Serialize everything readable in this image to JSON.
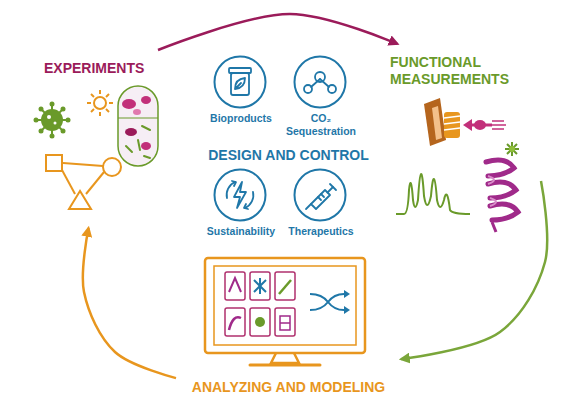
{
  "diagram": {
    "nodes": [
      {
        "text": [
          "EXPERIMENTS"
        ]
      },
      {
        "text": [
          "FUNCTIONAL MEASUREMENTS"
        ]
      },
      {
        "text": [
          "DESIGN AND CONTROL"
        ]
      },
      {
        "text": [
          "Bioproducts"
        ],
        "in": 2
      },
      {
        "text": [
          "CO₂ Sequestration"
        ],
        "in": 2
      },
      {
        "text": [
          "Sustainability"
        ],
        "in": 2
      },
      {
        "text": [
          "Therapeutics"
        ],
        "in": 2
      },
      {
        "text": [
          "ANALYZING AND MODELING"
        ]
      }
    ],
    "edges": [
      {
        "from": 0,
        "to": 1,
        "arrow": "to"
      },
      {
        "from": 1,
        "to": 7,
        "arrow": "to"
      },
      {
        "from": 7,
        "to": 0,
        "arrow": "to"
      }
    ]
  }
}
